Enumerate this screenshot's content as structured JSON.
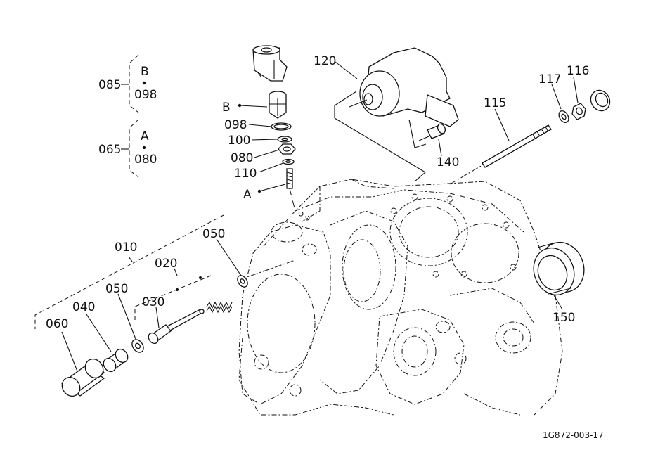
{
  "diagram": {
    "drawing_code": "1G872-003-17",
    "callouts": {
      "p010": "010",
      "p020": "020",
      "p030": "030",
      "p040": "040",
      "p050a": "050",
      "p050b": "050",
      "p060": "060",
      "p065": "065",
      "p080": "080",
      "p085": "085",
      "p098": "098",
      "p100": "100",
      "p110": "110",
      "p115": "115",
      "p116": "116",
      "p117": "117",
      "p120": "120",
      "p140": "140",
      "p150": "150"
    },
    "legend": {
      "g085": {
        "number": "085",
        "top": "B",
        "bottom": "098"
      },
      "g065": {
        "number": "065",
        "top": "A",
        "bottom": "080"
      }
    },
    "markers": {
      "b": "B",
      "a": "A"
    }
  }
}
